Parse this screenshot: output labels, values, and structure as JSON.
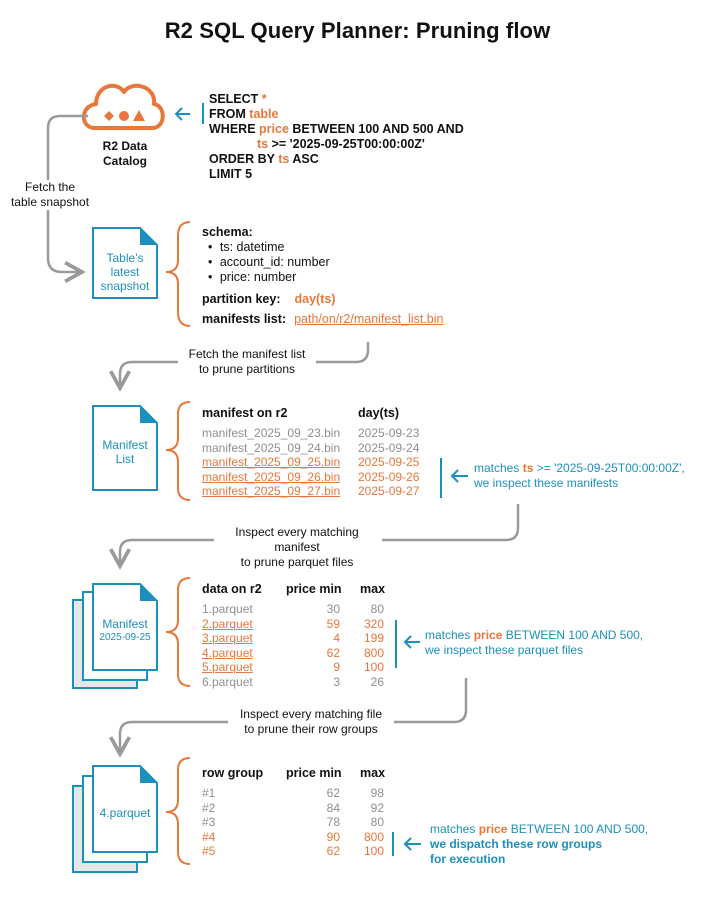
{
  "title": "R2 SQL Query Planner: Pruning flow",
  "colors": {
    "orange": "#e8773b",
    "blue": "#1d8fbc",
    "gray": "#8f8f8f",
    "dark": "#111111"
  },
  "catalog": {
    "icon": "cloud-icon",
    "label_line1": "R2 Data",
    "label_line2": "Catalog"
  },
  "query": {
    "select_kw": "SELECT",
    "select_val": "*",
    "from_kw": "FROM",
    "from_val": "table",
    "where_kw": "WHERE",
    "where_col": "price",
    "where_rest": "BETWEEN 100 AND 500",
    "and_kw": "AND",
    "and_col": "ts",
    "and_rest": ">= '2025-09-25T00:00:00Z'",
    "order_kw": "ORDER BY",
    "order_col": "ts",
    "order_dir": "ASC",
    "limit": "LIMIT 5"
  },
  "step1": {
    "line1": "Fetch the",
    "line2": "table snapshot"
  },
  "snapshot": {
    "doc_line1": "Table's",
    "doc_line2": "latest",
    "doc_line3": "snapshot",
    "schema_label": "schema:",
    "fields": [
      "ts: datetime",
      "account_id: number",
      "price: number"
    ],
    "partition_label": "partition key:",
    "partition_value": "day(ts)",
    "manifests_label": "manifests list:",
    "manifests_value": "path/on/r2/manifest_list.bin"
  },
  "step2": {
    "line1": "Fetch the manifest list",
    "line2": "to prune partitions"
  },
  "manifest_list": {
    "doc_line1": "Manifest",
    "doc_line2": "List",
    "col1": "manifest on r2",
    "col2": "day(ts)",
    "rows": [
      {
        "file": "manifest_2025_09_23.bin",
        "day": "2025-09-23",
        "match": false
      },
      {
        "file": "manifest_2025_09_24.bin",
        "day": "2025-09-24",
        "match": false
      },
      {
        "file": "manifest_2025_09_25.bin",
        "day": "2025-09-25",
        "match": true
      },
      {
        "file": "manifest_2025_09_26.bin",
        "day": "2025-09-26",
        "match": true
      },
      {
        "file": "manifest_2025_09_27.bin",
        "day": "2025-09-27",
        "match": true
      }
    ],
    "note_pre": "matches",
    "note_col": "ts",
    "note_rest": ">= '2025-09-25T00:00:00Z',",
    "note_line2": "we inspect these manifests"
  },
  "step3": {
    "line1": "Inspect every matching manifest",
    "line2": "to prune parquet files"
  },
  "manifest": {
    "doc_line1": "Manifest",
    "doc_line2": "2025-09-25",
    "col1": "data on r2",
    "col2": "price min",
    "col3": "max",
    "rows": [
      {
        "file": "1.parquet",
        "min": "30",
        "max": "80",
        "match": false
      },
      {
        "file": "2.parquet",
        "min": "59",
        "max": "320",
        "match": true
      },
      {
        "file": "3.parquet",
        "min": "4",
        "max": "199",
        "match": true
      },
      {
        "file": "4.parquet",
        "min": "62",
        "max": "800",
        "match": true
      },
      {
        "file": "5.parquet",
        "min": "9",
        "max": "100",
        "match": true
      },
      {
        "file": "6.parquet",
        "min": "3",
        "max": "26",
        "match": false
      }
    ],
    "note_pre": "matches",
    "note_col": "price",
    "note_rest": "BETWEEN 100 AND 500,",
    "note_line2": "we inspect these parquet files"
  },
  "step4": {
    "line1": "Inspect every matching file",
    "line2": "to prune their row groups"
  },
  "parquet": {
    "doc_line1": "4.parquet",
    "col1": "row group",
    "col2": "price min",
    "col3": "max",
    "rows": [
      {
        "group": "#1",
        "min": "62",
        "max": "98",
        "match": false
      },
      {
        "group": "#2",
        "min": "84",
        "max": "92",
        "match": false
      },
      {
        "group": "#3",
        "min": "78",
        "max": "80",
        "match": false
      },
      {
        "group": "#4",
        "min": "90",
        "max": "800",
        "match": true
      },
      {
        "group": "#5",
        "min": "62",
        "max": "100",
        "match": true
      }
    ],
    "note_pre": "matches",
    "note_col": "price",
    "note_rest": "BETWEEN 100 AND 500,",
    "note_line2": "we dispatch these row groups",
    "note_line3": "for execution"
  }
}
